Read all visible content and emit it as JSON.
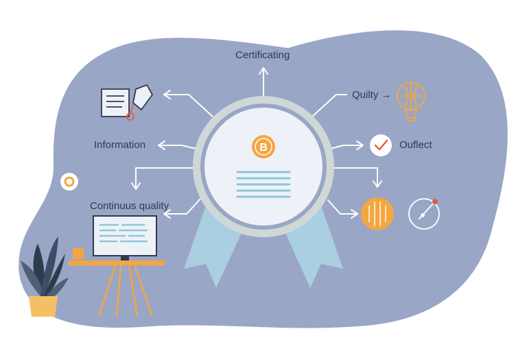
{
  "labels": {
    "top": "Certificating",
    "top_right": "Quilty →",
    "left": "Information",
    "right": "Ouflect",
    "left_lower": "Continuus quality"
  },
  "badge": {
    "glyph": "B"
  },
  "icons": {
    "top_left": "document-pen-icon",
    "top_right": "lightbulb-icon",
    "right": "checkmark-icon",
    "left_small": "ring-icon",
    "right_lower_1": "orange-circle-icon",
    "right_lower_2": "compass-icon",
    "center": "certificate-seal-icon",
    "desk_scene": "desk-monitor-icon",
    "plant": "potted-plant-icon"
  },
  "colors": {
    "blob": "#9aa6c6",
    "seal_ring": "#cfd8d6",
    "seal_face": "#eef2f8",
    "ribbon": "#a9cfe0",
    "accent_orange": "#f4a640",
    "teal_lines": "#8cc7d6",
    "arrow": "#ffffff",
    "text": "#2f3b4c"
  }
}
